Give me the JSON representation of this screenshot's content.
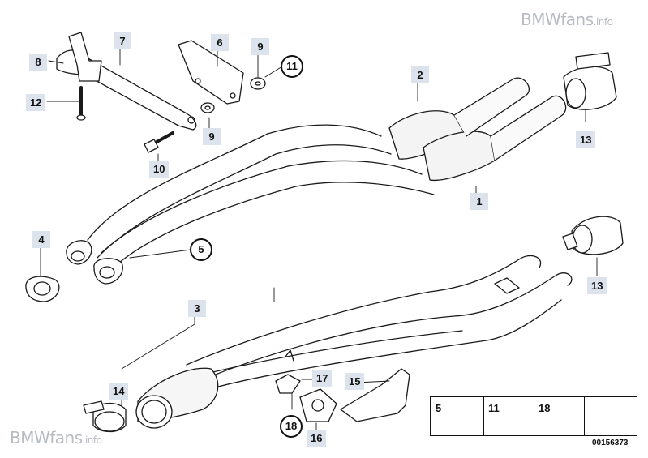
{
  "watermark": {
    "top_main": "BMWfans",
    "top_suffix": ".info",
    "bottom_main": "BMWfans",
    "bottom_suffix": ".info"
  },
  "callouts": {
    "c1": "1",
    "c2": "2",
    "c3": "3",
    "c4": "4",
    "c5": "5",
    "c6": "6",
    "c7": "7",
    "c8": "8",
    "c9a": "9",
    "c9b": "9",
    "c10": "10",
    "c11": "11",
    "c12": "12",
    "c13a": "13",
    "c13b": "13",
    "c14": "14",
    "c15": "15",
    "c16": "16",
    "c17": "17",
    "c18": "18"
  },
  "legend": {
    "items": [
      {
        "number": "5",
        "icon": "flange-nut-icon"
      },
      {
        "number": "11",
        "icon": "hex-nut-icon"
      },
      {
        "number": "18",
        "icon": "bolt-icon"
      },
      {
        "number": "",
        "icon": "ref-arrow-icon"
      }
    ]
  },
  "doc_number": "00156373"
}
